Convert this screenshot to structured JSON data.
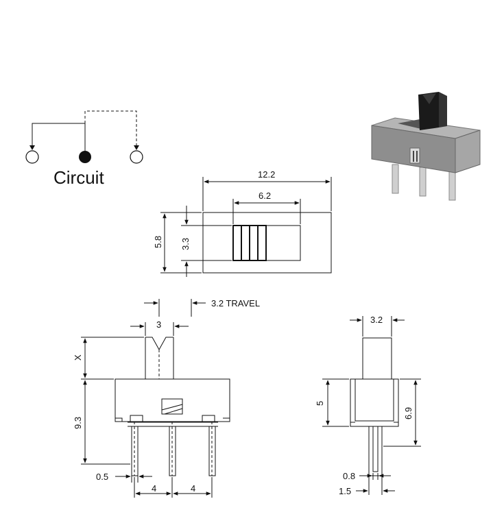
{
  "circuit": {
    "label": "Circuit"
  },
  "top_view": {
    "width": "12.2",
    "slot_width": "6.2",
    "height": "5.8",
    "slot_height": "3.3"
  },
  "front_view": {
    "actuator_width": "3",
    "travel": "3.2 TRAVEL",
    "actuator_height": "X",
    "body_height": "9.3",
    "pin_width": "0.5",
    "pitch_left": "4",
    "pitch_right": "4"
  },
  "side_view": {
    "actuator_width": "3.2",
    "body_height": "5",
    "total_height": "6.9",
    "pin_thickness": "0.8",
    "pin_span": "1.5"
  },
  "colors": {
    "line": "#111111",
    "body_gray": "#9a9a9a",
    "actuator_black": "#1a1a1a"
  },
  "icons": [
    "switch-photo"
  ]
}
